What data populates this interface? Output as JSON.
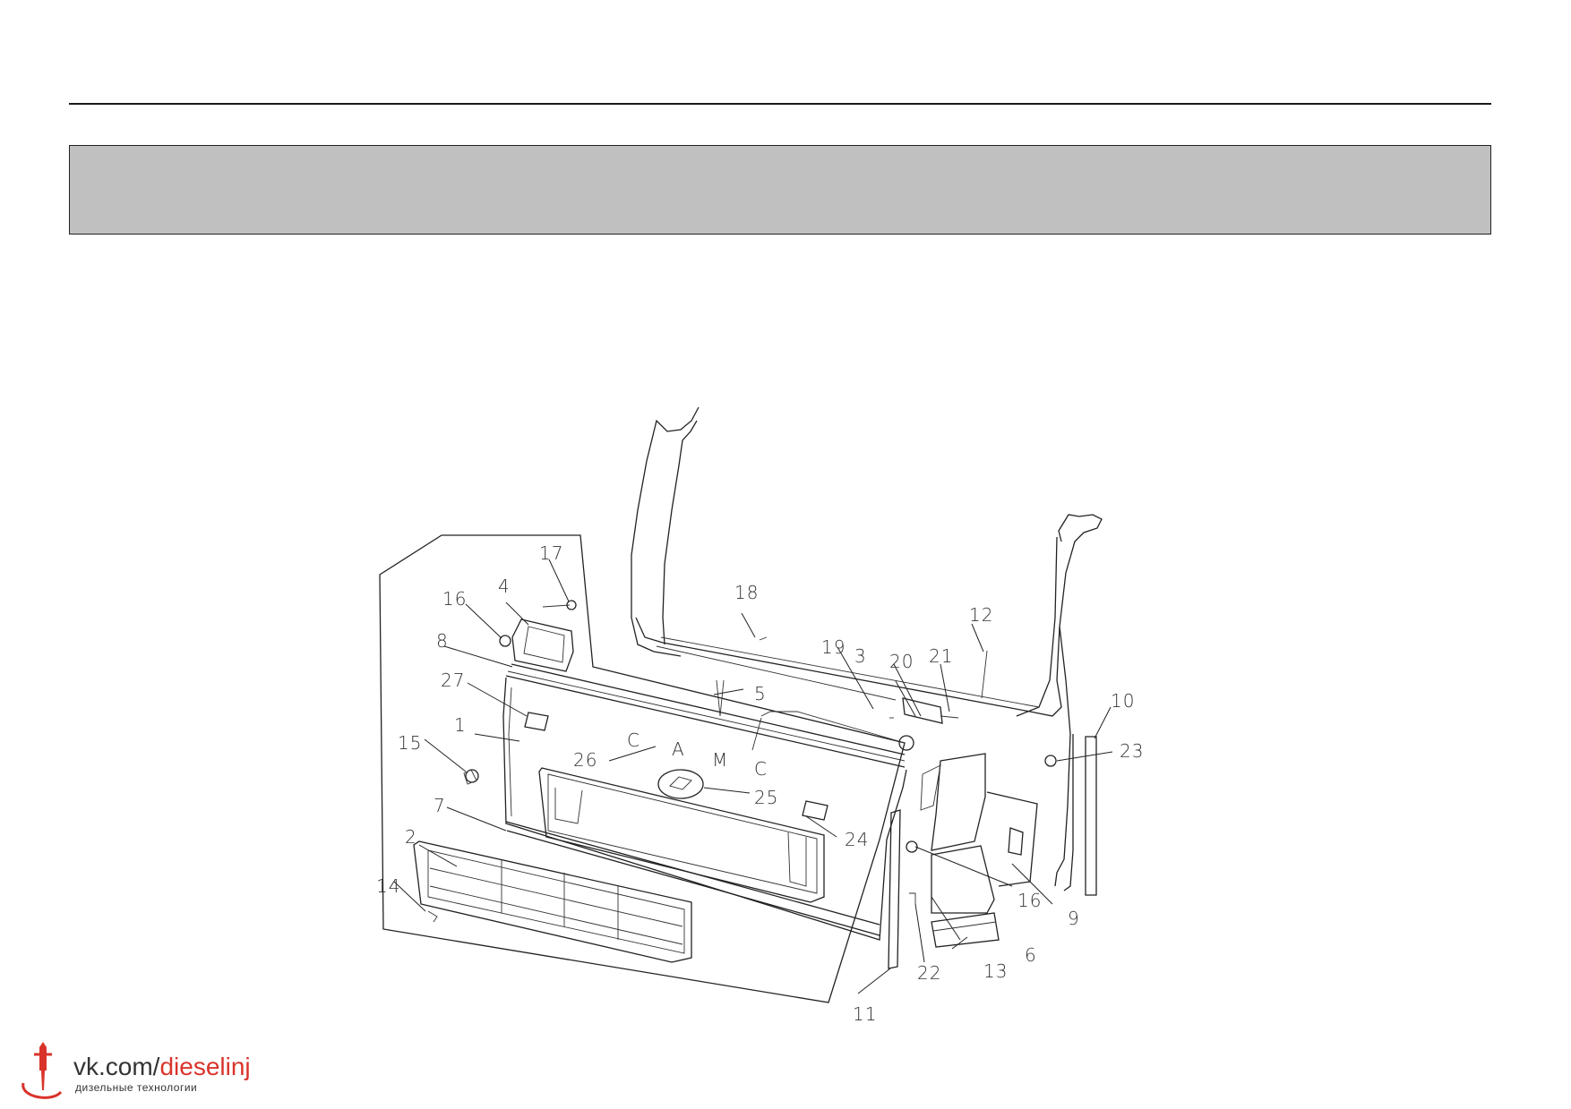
{
  "callouts": [
    "1",
    "2",
    "3",
    "4",
    "5",
    "6",
    "7",
    "8",
    "9",
    "10",
    "11",
    "12",
    "13",
    "14",
    "15",
    "16",
    "16",
    "17",
    "18",
    "19",
    "20",
    "21",
    "22",
    "23",
    "24",
    "25",
    "26",
    "27"
  ],
  "logo_letters": [
    "C",
    "A",
    "M",
    "C"
  ],
  "watermark": {
    "prefix": "vk.com/",
    "accent": "dieselinj",
    "subtitle": "дизельные технологии",
    "accent_color": "#d9342b"
  },
  "colors": {
    "header_band": "#c0c0c0",
    "line": "#222222"
  }
}
